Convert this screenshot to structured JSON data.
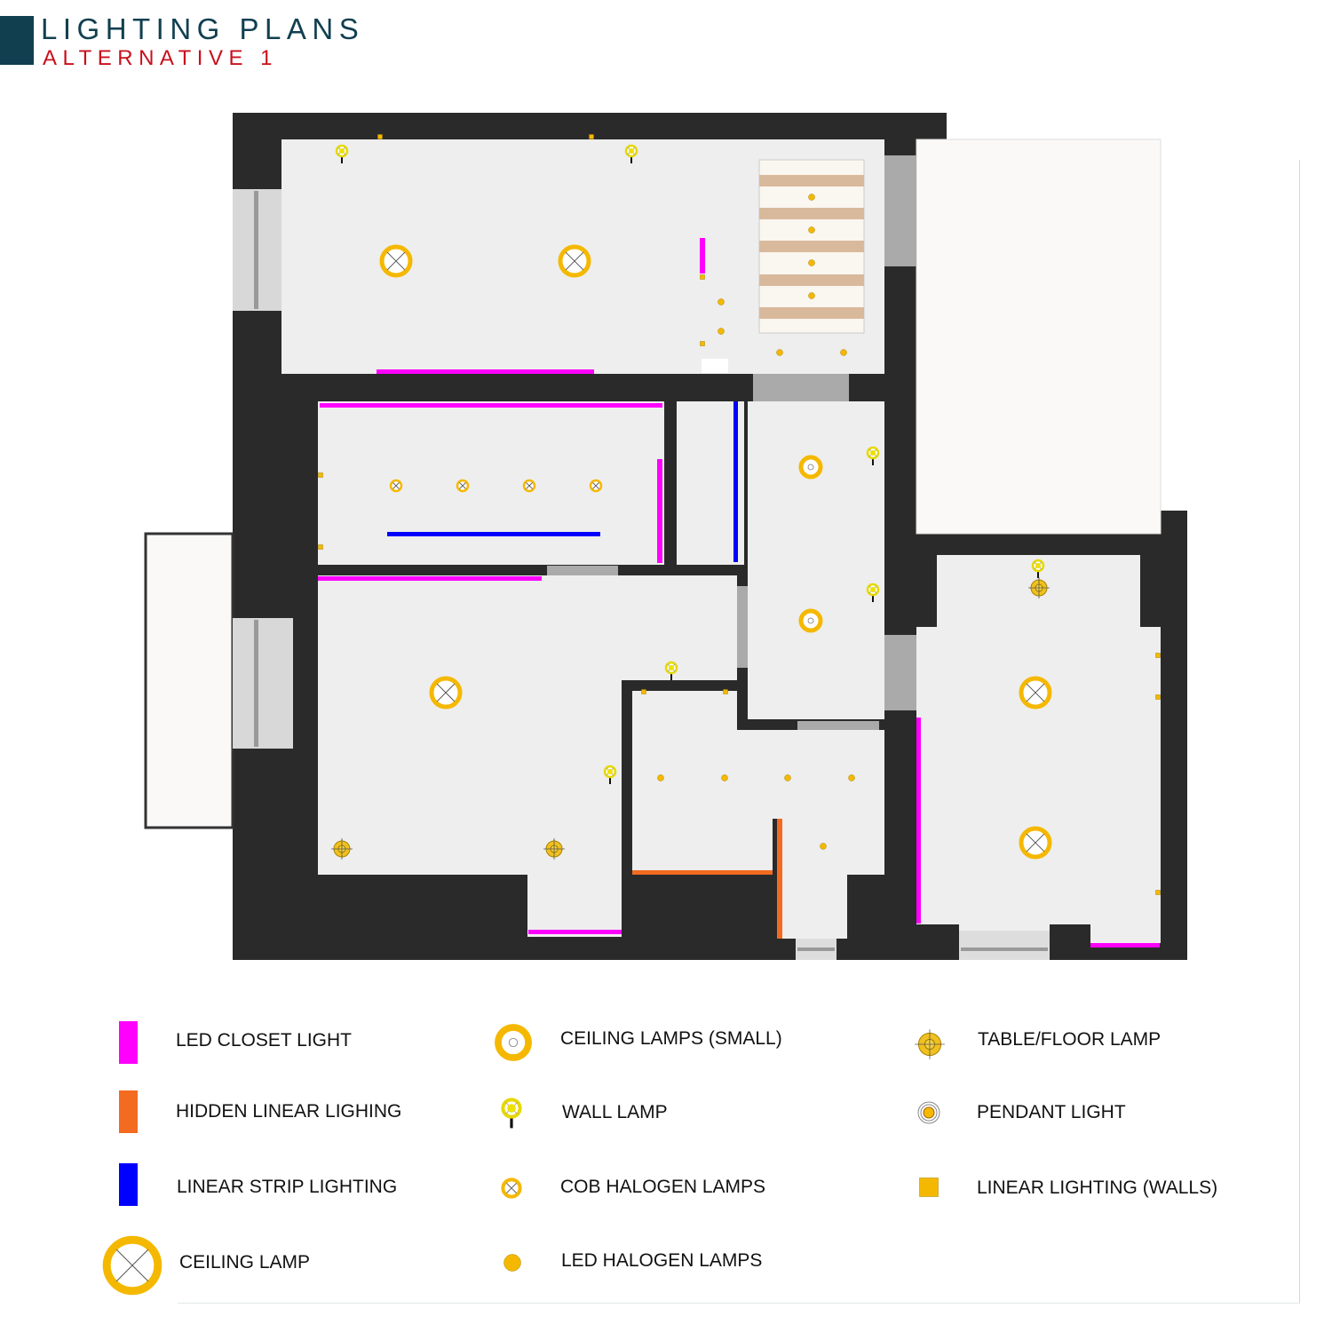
{
  "header": {
    "title": "LIGHTING PLANS",
    "subtitle": "ALTERNATIVE 1"
  },
  "colors": {
    "wall": "#2a2a2a",
    "floor": "#eeeeee",
    "led_closet": "#ff00ff",
    "hidden_linear": "#f26b21",
    "linear_strip": "#0000ff",
    "lamp": "#f5b800"
  },
  "legend": {
    "led_closet_light": "LED CLOSET LIGHT",
    "hidden_linear_lighing": "HIDDEN LINEAR LIGHING",
    "linear_strip_lighting": "LINEAR STRIP LIGHTING",
    "ceiling_lamp": "CEILING LAMP",
    "ceiling_lamps_small": "CEILING LAMPS (SMALL)",
    "wall_lamp": "WALL LAMP",
    "cob_halogen_lamps": "COB HALOGEN LAMPS",
    "led_halogen_lamps": "LED HALOGEN LAMPS",
    "table_floor_lamp": "TABLE/FLOOR LAMP",
    "pendant_light": "PENDANT LIGHT",
    "linear_lighting_walls": "LINEAR LIGHTING (WALLS)"
  }
}
